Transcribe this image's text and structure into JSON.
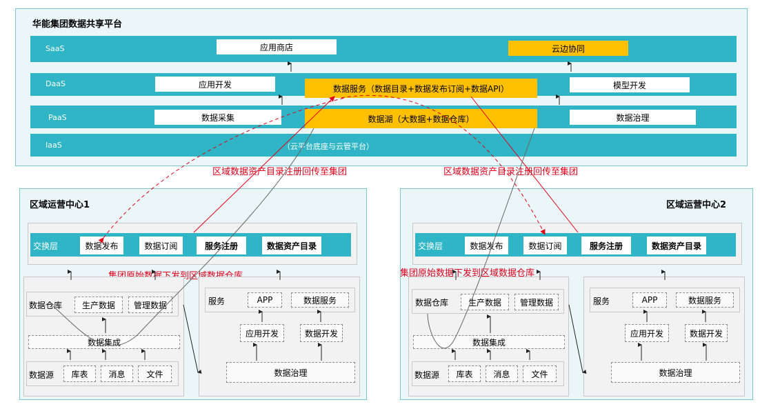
{
  "platform": {
    "title": "华能集团数据共享平台",
    "layers": {
      "saas": "SaaS",
      "daas": "DaaS",
      "paas": "PaaS",
      "iaas": "IaaS"
    },
    "saas_boxes": [
      "应用商店",
      "云边协同"
    ],
    "daas_boxes": [
      "应用开发",
      "数据服务（数据目录+数据发布订阅+数据API）",
      "模型开发"
    ],
    "paas_boxes": [
      "数据采集",
      "数据湖（大数据+数据仓库）",
      "数据治理"
    ],
    "iaas_text": "（云平台底座与云管平台）"
  },
  "annotations": {
    "register_left": "区域数据资产目录注册回传至集团",
    "register_right": "区域数据资产目录注册回传至集团",
    "distribute_left": "集团原始数据下发到区域数据仓库",
    "distribute_right": "集团原始数据下发到区域数据仓库"
  },
  "region1": {
    "title": "区域运营中心1",
    "exchange_label": "交换层",
    "exchange_items": [
      "数据发布",
      "数据订阅",
      "服务注册",
      "数据资产目录"
    ],
    "warehouse_label": "数据仓库",
    "warehouse_items": [
      "生产数据",
      "管理数据"
    ],
    "integration": "数据集成",
    "source_label": "数据源",
    "source_items": [
      "库表",
      "消息",
      "文件"
    ],
    "service_label": "服务",
    "service_items": [
      "APP",
      "数据服务"
    ],
    "dev_items": [
      "应用开发",
      "数据开发"
    ],
    "governance": "数据治理"
  },
  "region2": {
    "title": "区域运营中心2",
    "exchange_label": "交换层",
    "exchange_items": [
      "数据发布",
      "数据订阅",
      "服务注册",
      "数据资产目录"
    ],
    "warehouse_label": "数据仓库",
    "warehouse_items": [
      "生产数据",
      "管理数据"
    ],
    "integration": "数据集成",
    "source_label": "数据源",
    "source_items": [
      "库表",
      "消息",
      "文件"
    ],
    "service_label": "服务",
    "service_items": [
      "APP",
      "数据服务"
    ],
    "dev_items": [
      "应用开发",
      "数据开发"
    ],
    "governance": "数据治理"
  },
  "colors": {
    "layer_bar": "#2fb5c5",
    "highlight": "#ffc000",
    "annotation_red": "#e0001b",
    "panel_bg": "#eaf6f7"
  }
}
